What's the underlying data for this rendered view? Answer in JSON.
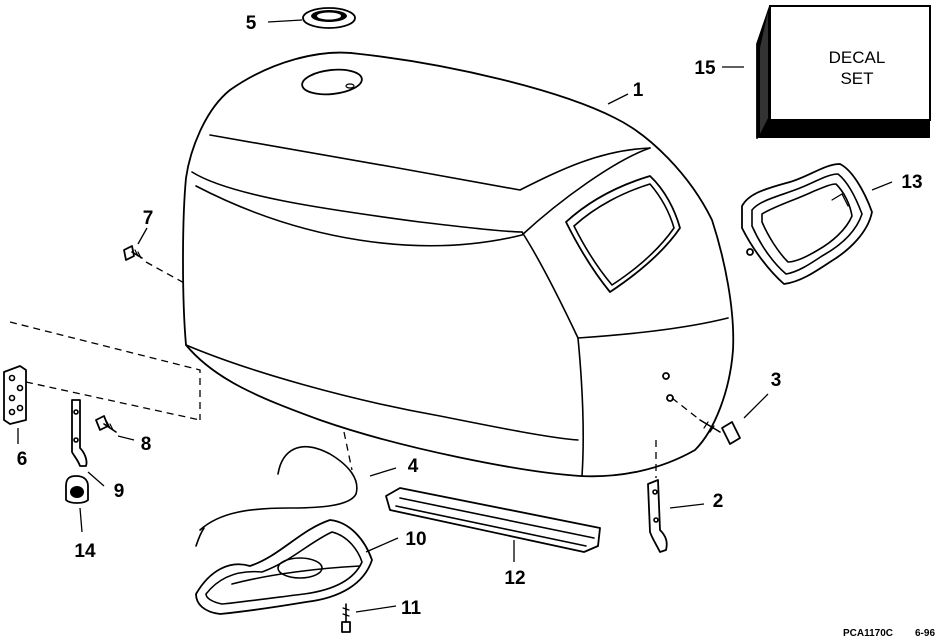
{
  "diagram": {
    "callouts": {
      "c1": "1",
      "c2": "2",
      "c3": "3",
      "c4": "4",
      "c5": "5",
      "c6": "6",
      "c7": "7",
      "c8": "8",
      "c9": "9",
      "c10": "10",
      "c11": "11",
      "c12": "12",
      "c13": "13",
      "c14": "14",
      "c15": "15"
    },
    "decal": {
      "line1": "DECAL",
      "line2": "SET"
    },
    "reference": {
      "code": "PCA1170C",
      "date": "6-96"
    }
  }
}
